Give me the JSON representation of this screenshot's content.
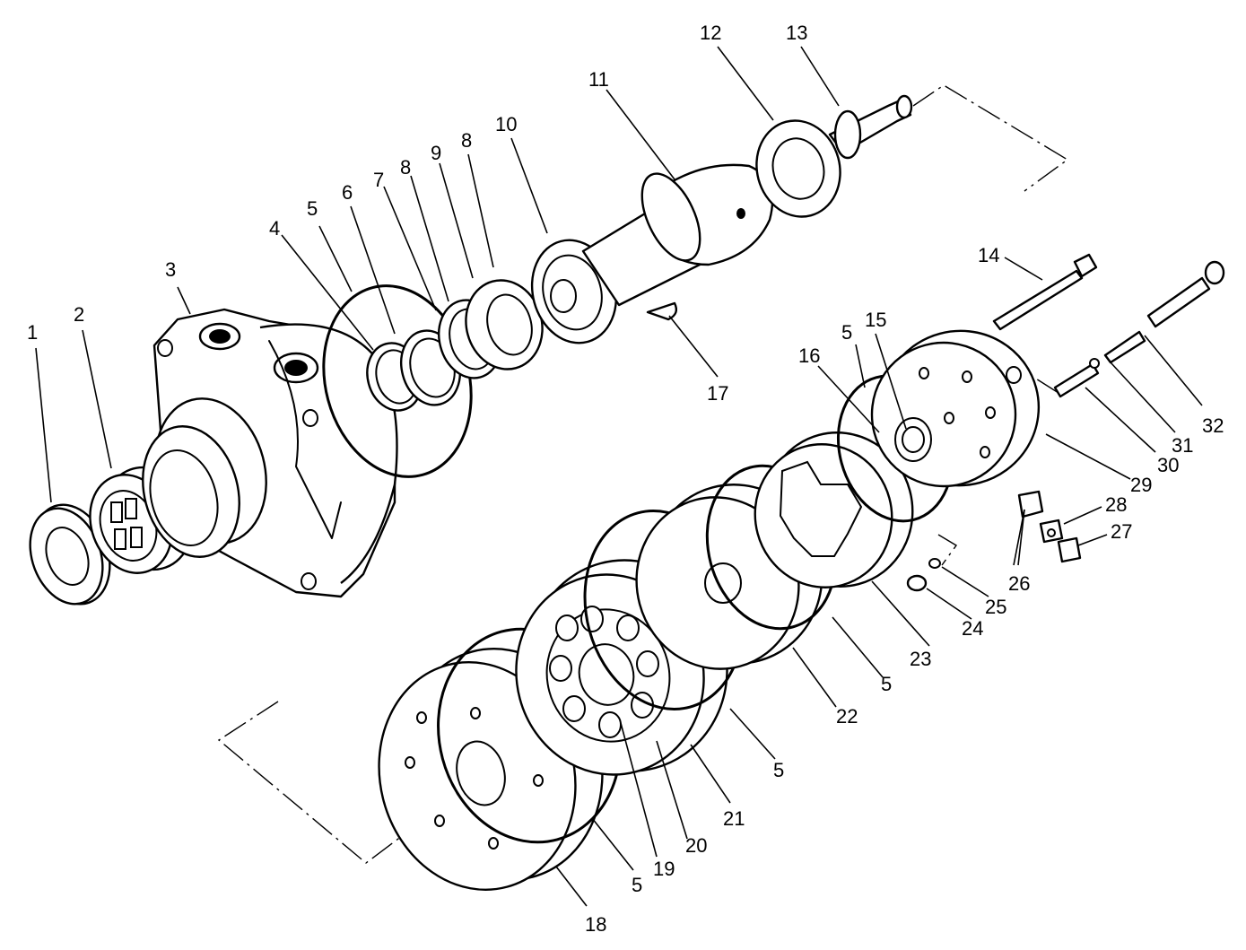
{
  "callouts": [
    {
      "id": "c1",
      "text": "1"
    },
    {
      "id": "c2",
      "text": "2"
    },
    {
      "id": "c3",
      "text": "3"
    },
    {
      "id": "c4",
      "text": "4"
    },
    {
      "id": "c5a",
      "text": "5"
    },
    {
      "id": "c6",
      "text": "6"
    },
    {
      "id": "c7",
      "text": "7"
    },
    {
      "id": "c8a",
      "text": "8"
    },
    {
      "id": "c9",
      "text": "9"
    },
    {
      "id": "c8b",
      "text": "8"
    },
    {
      "id": "c10",
      "text": "10"
    },
    {
      "id": "c11",
      "text": "11"
    },
    {
      "id": "c12",
      "text": "12"
    },
    {
      "id": "c13",
      "text": "13"
    },
    {
      "id": "c14",
      "text": "14"
    },
    {
      "id": "c5b",
      "text": "5"
    },
    {
      "id": "c15",
      "text": "15"
    },
    {
      "id": "c16",
      "text": "16"
    },
    {
      "id": "c17",
      "text": "17"
    },
    {
      "id": "c32",
      "text": "32"
    },
    {
      "id": "c31",
      "text": "31"
    },
    {
      "id": "c30",
      "text": "30"
    },
    {
      "id": "c29",
      "text": "29"
    },
    {
      "id": "c28",
      "text": "28"
    },
    {
      "id": "c27",
      "text": "27"
    },
    {
      "id": "c26",
      "text": "26"
    },
    {
      "id": "c25",
      "text": "25"
    },
    {
      "id": "c24",
      "text": "24"
    },
    {
      "id": "c23",
      "text": "23"
    },
    {
      "id": "c5c",
      "text": "5"
    },
    {
      "id": "c22",
      "text": "22"
    },
    {
      "id": "c5d",
      "text": "5"
    },
    {
      "id": "c21",
      "text": "21"
    },
    {
      "id": "c20",
      "text": "20"
    },
    {
      "id": "c19",
      "text": "19"
    },
    {
      "id": "c5e",
      "text": "5"
    },
    {
      "id": "c18",
      "text": "18"
    }
  ]
}
